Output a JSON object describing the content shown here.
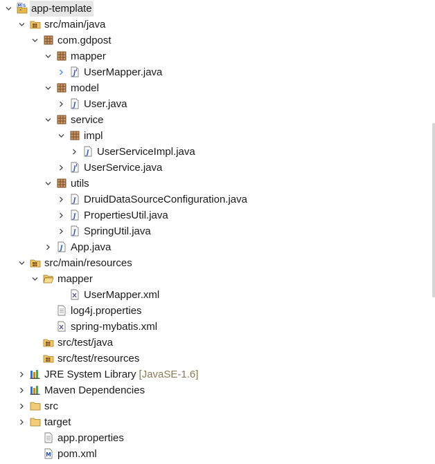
{
  "tree": [
    {
      "label": "app-template",
      "icon": "maven-project-icon",
      "level": 0,
      "toggle": "expanded",
      "selected": true
    },
    {
      "label": "src/main/java",
      "icon": "source-folder-icon",
      "level": 1,
      "toggle": "expanded"
    },
    {
      "label": "com.gdpost",
      "icon": "package-icon",
      "level": 2,
      "toggle": "expanded"
    },
    {
      "label": "mapper",
      "icon": "package-icon",
      "level": 3,
      "toggle": "expanded"
    },
    {
      "label": "UserMapper.java",
      "icon": "java-interface-icon",
      "level": 4,
      "toggle": "collapsed",
      "chevron_color": "#4a8fd6"
    },
    {
      "label": "model",
      "icon": "package-icon",
      "level": 3,
      "toggle": "expanded"
    },
    {
      "label": "User.java",
      "icon": "java-file-icon",
      "level": 4,
      "toggle": "collapsed"
    },
    {
      "label": "service",
      "icon": "package-icon",
      "level": 3,
      "toggle": "expanded"
    },
    {
      "label": "impl",
      "icon": "package-icon",
      "level": 4,
      "toggle": "expanded"
    },
    {
      "label": "UserServiceImpl.java",
      "icon": "java-file-icon",
      "level": 5,
      "toggle": "collapsed"
    },
    {
      "label": "UserService.java",
      "icon": "java-interface-icon",
      "level": 4,
      "toggle": "collapsed"
    },
    {
      "label": "utils",
      "icon": "package-icon",
      "level": 3,
      "toggle": "expanded"
    },
    {
      "label": "DruidDataSourceConfiguration.java",
      "icon": "java-file-icon",
      "level": 4,
      "toggle": "collapsed"
    },
    {
      "label": "PropertiesUtil.java",
      "icon": "java-file-icon",
      "level": 4,
      "toggle": "collapsed"
    },
    {
      "label": "SpringUtil.java",
      "icon": "java-file-icon",
      "level": 4,
      "toggle": "collapsed"
    },
    {
      "label": "App.java",
      "icon": "java-file-icon",
      "level": 3,
      "toggle": "collapsed"
    },
    {
      "label": "src/main/resources",
      "icon": "source-folder-icon",
      "level": 1,
      "toggle": "expanded"
    },
    {
      "label": "mapper",
      "icon": "folder-open-icon",
      "level": 2,
      "toggle": "expanded"
    },
    {
      "label": "UserMapper.xml",
      "icon": "xml-file-icon",
      "level": 4,
      "toggle": "none"
    },
    {
      "label": "log4j.properties",
      "icon": "text-file-icon",
      "level": 3,
      "toggle": "none"
    },
    {
      "label": "spring-mybatis.xml",
      "icon": "xml-file-icon",
      "level": 3,
      "toggle": "none"
    },
    {
      "label": "src/test/java",
      "icon": "source-folder-icon",
      "level": 2,
      "toggle": "none"
    },
    {
      "label": "src/test/resources",
      "icon": "source-folder-icon",
      "level": 2,
      "toggle": "none"
    },
    {
      "label": "JRE System Library",
      "decor": "[JavaSE-1.6]",
      "icon": "library-icon",
      "level": 1,
      "toggle": "collapsed"
    },
    {
      "label": "Maven Dependencies",
      "icon": "library-icon",
      "level": 1,
      "toggle": "collapsed"
    },
    {
      "label": "src",
      "icon": "folder-icon",
      "level": 1,
      "toggle": "collapsed"
    },
    {
      "label": "target",
      "icon": "folder-icon",
      "level": 1,
      "toggle": "collapsed"
    },
    {
      "label": "app.properties",
      "icon": "text-file-icon",
      "level": 2,
      "toggle": "none"
    },
    {
      "label": "pom.xml",
      "icon": "maven-pom-icon",
      "level": 2,
      "toggle": "none"
    }
  ],
  "colors": {
    "chevron": "#4d4d4d",
    "selection": "#e6e6e6",
    "decoration": "#8a7a57",
    "package": "#8b5a2b",
    "folder": "#e8c46a",
    "java": "#3a5fb0"
  }
}
